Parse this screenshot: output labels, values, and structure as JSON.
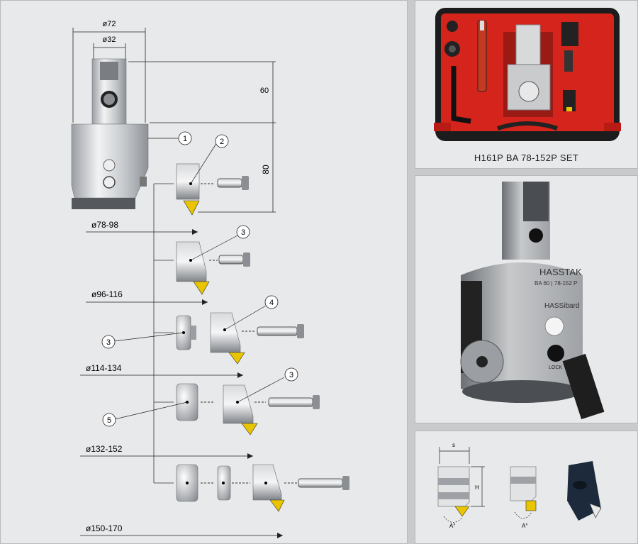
{
  "main_drawing": {
    "dims": {
      "outer_diameter": "ø72",
      "shank_diameter": "ø32",
      "shank_height": "60",
      "body_height": "80"
    },
    "callouts": [
      "1",
      "2",
      "3",
      "3",
      "4",
      "3",
      "5"
    ],
    "ranges": [
      "ø78-98",
      "ø96-116",
      "ø114-134",
      "ø132-152",
      "ø150-170"
    ]
  },
  "case_panel": {
    "caption": "H161P  BA 78-152P SET"
  },
  "photo_panel": {
    "brand": "HASSTAK",
    "model_text": "BA 60 | 78-152 P",
    "logo_text": "HASSibard",
    "lock_label": "LOCK"
  },
  "insert_panel": {
    "labels": {
      "s": "s",
      "h": "H",
      "angle1": "A°",
      "angle2": "A°"
    }
  }
}
